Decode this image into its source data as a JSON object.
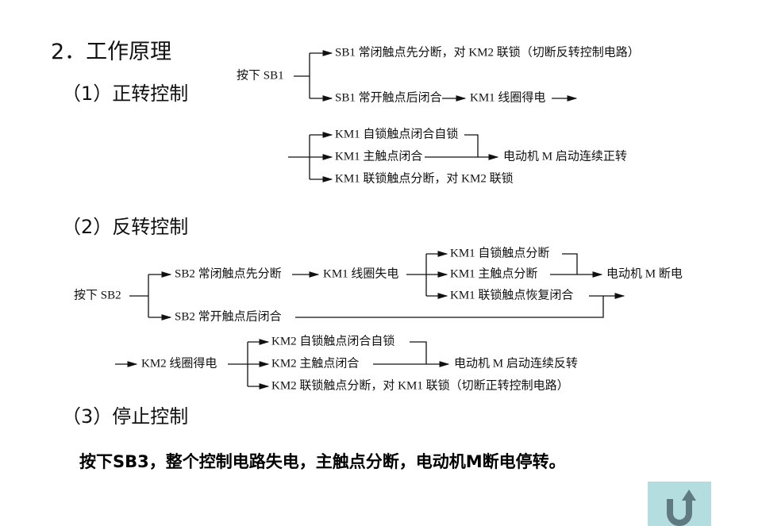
{
  "title": "2．工作原理",
  "section1": {
    "heading": "（1）正转控制",
    "start": "按下 SB1",
    "b1": "SB1 常闭触点先分断，对 KM2 联锁（切断反转控制电路）",
    "b2": "SB1 常开触点后闭合",
    "b2next": "KM1 线圈得电",
    "c1": "KM1 自锁触点闭合自锁",
    "c2": "KM1 主触点闭合",
    "c3": "KM1 联锁触点分断，对 KM2 联锁",
    "result": "电动机 M 启动连续正转"
  },
  "section2": {
    "heading": "（2）反转控制",
    "start": "按下 SB2",
    "b1": "SB2 常闭触点先分断",
    "b1next": "KM1 线圈失电",
    "c1": "KM1 自锁触点分断",
    "c2": "KM1 主触点分断",
    "c3": "KM1 联锁触点恢复闭合",
    "result1": "电动机 M 断电",
    "b2": "SB2 常开触点后闭合",
    "coil": "KM2 线圈得电",
    "d1": "KM2 自锁触点闭合自锁",
    "d2": "KM2 主触点闭合",
    "d3": "KM2 联锁触点分断，对 KM1 联锁（切断正转控制电路）",
    "result2": "电动机 M 启动连续反转"
  },
  "section3": {
    "heading": "（3）停止控制",
    "text": "按下SB3，整个控制电路失电，主触点分断，电动机M断电停转。"
  },
  "back_button": {
    "icon": "u-turn-arrow-icon",
    "bg": "#b4dde0",
    "fg": "#5f7a80"
  }
}
